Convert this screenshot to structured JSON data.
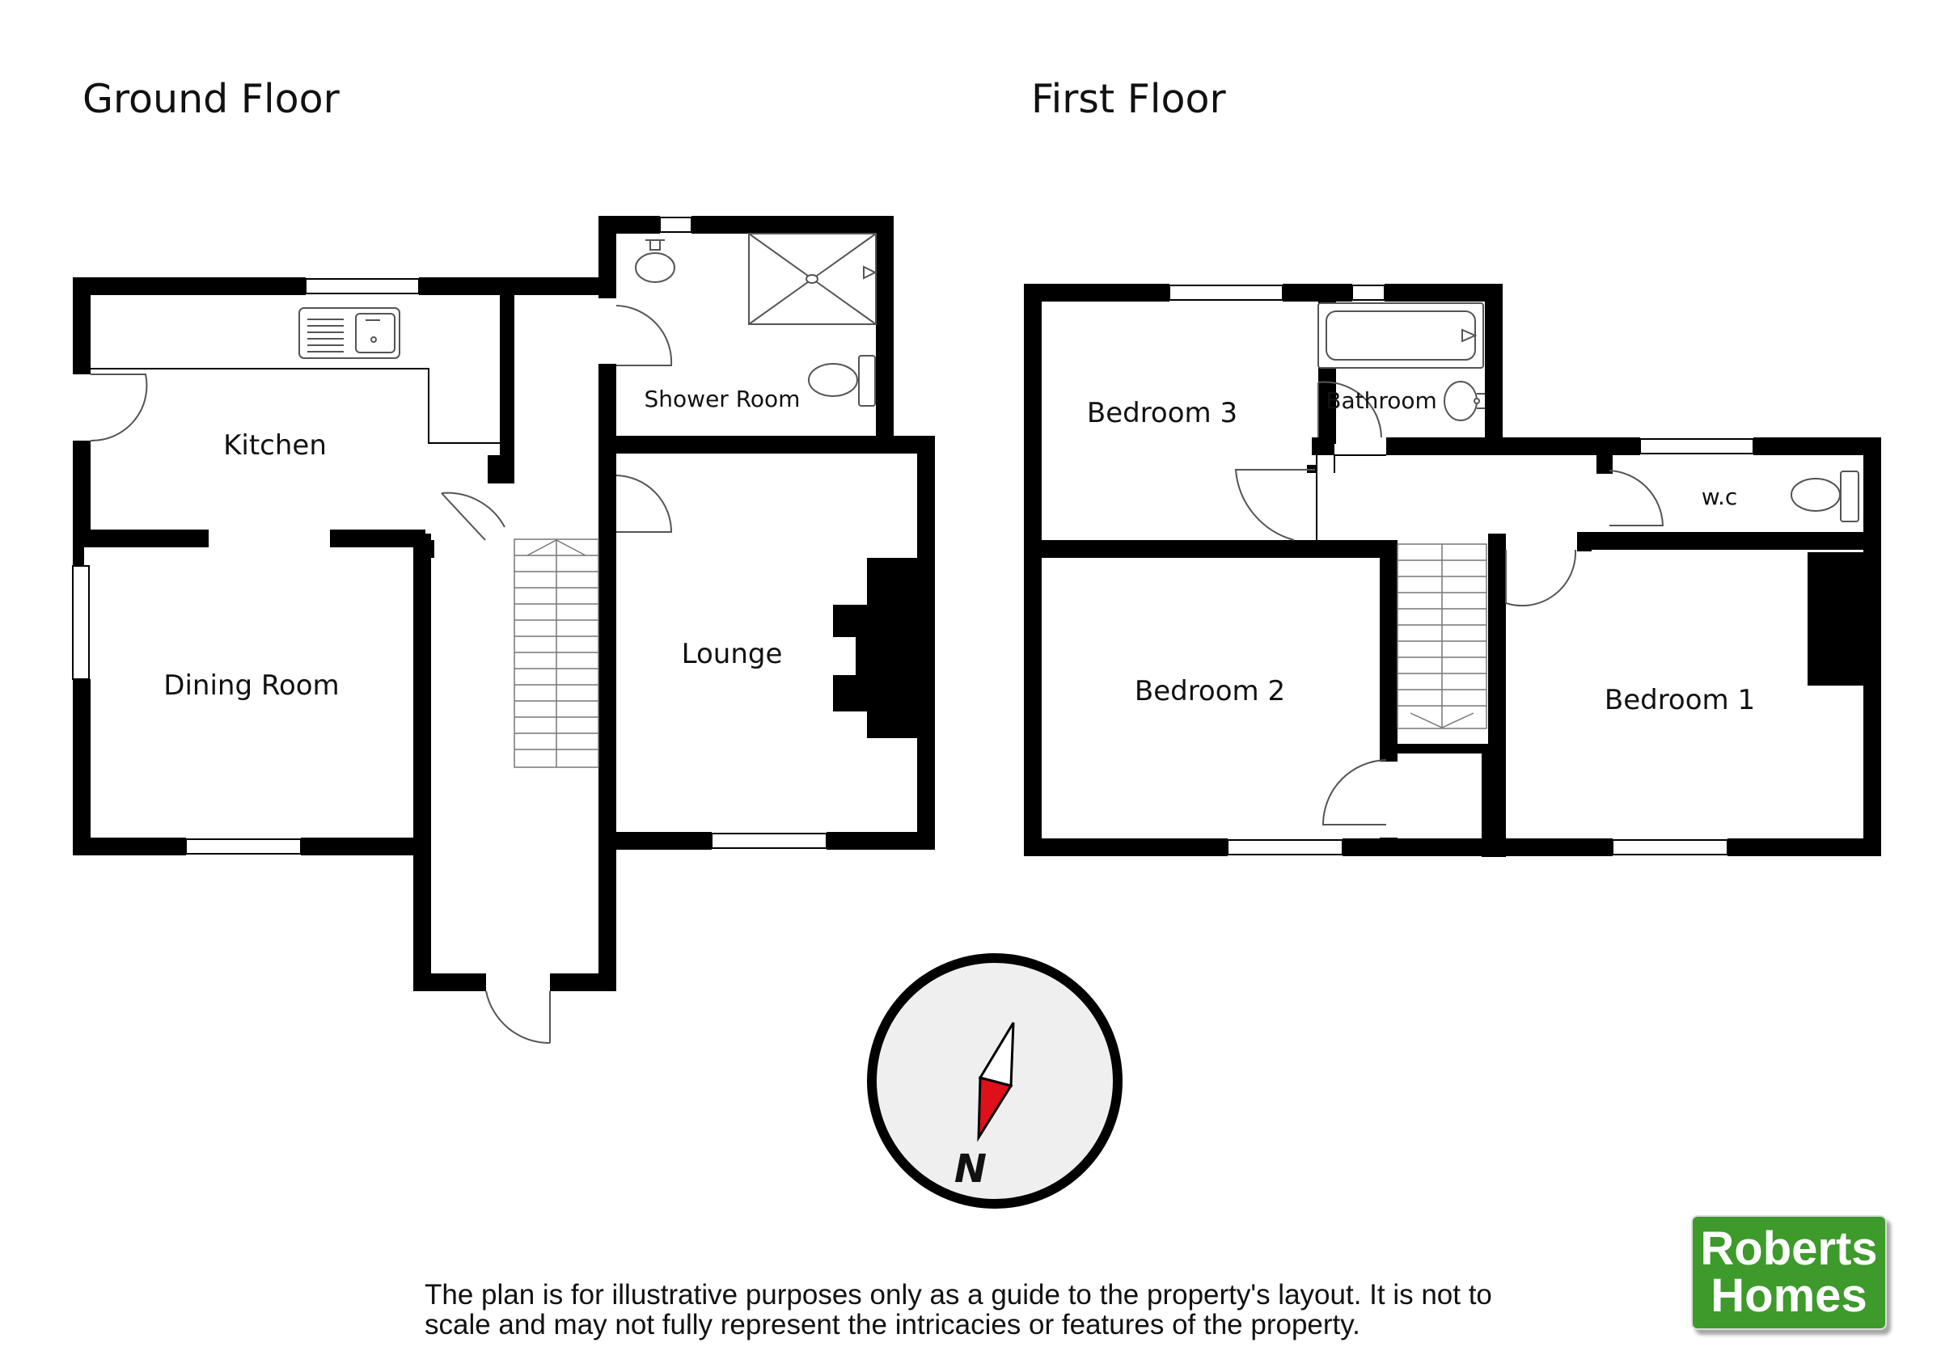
{
  "floors": {
    "ground": {
      "title": "Ground Floor",
      "rooms": {
        "kitchen": "Kitchen",
        "dining": "Dining Room",
        "shower": "Shower Room",
        "lounge": "Lounge"
      }
    },
    "first": {
      "title": "First Floor",
      "rooms": {
        "bedroom3": "Bedroom 3",
        "bathroom": "Bathroom",
        "wc": "w.c",
        "bedroom2": "Bedroom 2",
        "bedroom1": "Bedroom 1"
      }
    }
  },
  "compass": {
    "label": "N"
  },
  "disclaimer": {
    "line1": "The plan is for illustrative purposes only as a guide to the property's layout. It is not to",
    "line2": "scale and may not fully represent the intricacies or features of the property."
  },
  "logo": {
    "line1": "Roberts",
    "line2": "Homes",
    "color": "#3d9a2b"
  },
  "colors": {
    "wall": "#000000",
    "needle_red": "#e0101a",
    "compass_fill": "#efefef"
  }
}
